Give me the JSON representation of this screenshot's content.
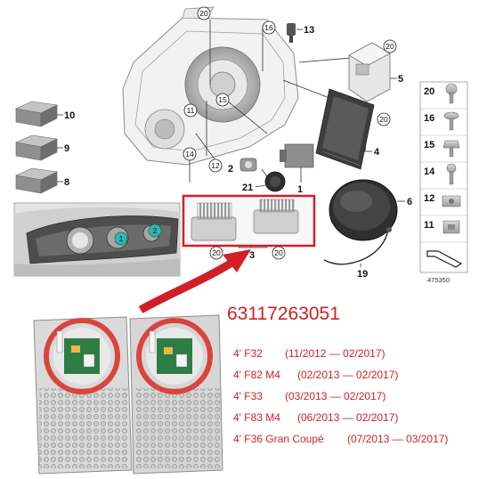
{
  "part_number": "63117263051",
  "diagram_id": "475350",
  "callouts": {
    "c1": "1",
    "c2": "2",
    "c3": "3",
    "c4": "4",
    "c5": "5",
    "c6": "6",
    "c8": "8",
    "c9": "9",
    "c10": "10",
    "c11": "11",
    "c13": "13",
    "c14": "14",
    "c19": "19",
    "c21": "21"
  },
  "circled": {
    "n20": "20",
    "n16": "16",
    "n11": "11",
    "n15": "15",
    "n12": "12",
    "n14": "14"
  },
  "car_markers": {
    "m1": "1",
    "m2": "2"
  },
  "side_panel": [
    "20",
    "16",
    "15",
    "14",
    "12",
    "11"
  ],
  "fitments": [
    {
      "model": "4' F32",
      "dates": "(11/2012 — 02/2017)"
    },
    {
      "model": "4' F82 M4",
      "dates": "(02/2013 — 02/2017)"
    },
    {
      "model": "4' F33",
      "dates": "(03/2013 — 02/2017)"
    },
    {
      "model": "4' F83 M4",
      "dates": "(06/2013 — 02/2017)"
    },
    {
      "model": "4' F36 Gran Coupé",
      "dates": "(07/2013 — 03/2017)"
    }
  ],
  "colors": {
    "accent_red": "#d11f26",
    "teal_marker": "#2fb7b0",
    "pcb_green": "#2e7d45"
  }
}
